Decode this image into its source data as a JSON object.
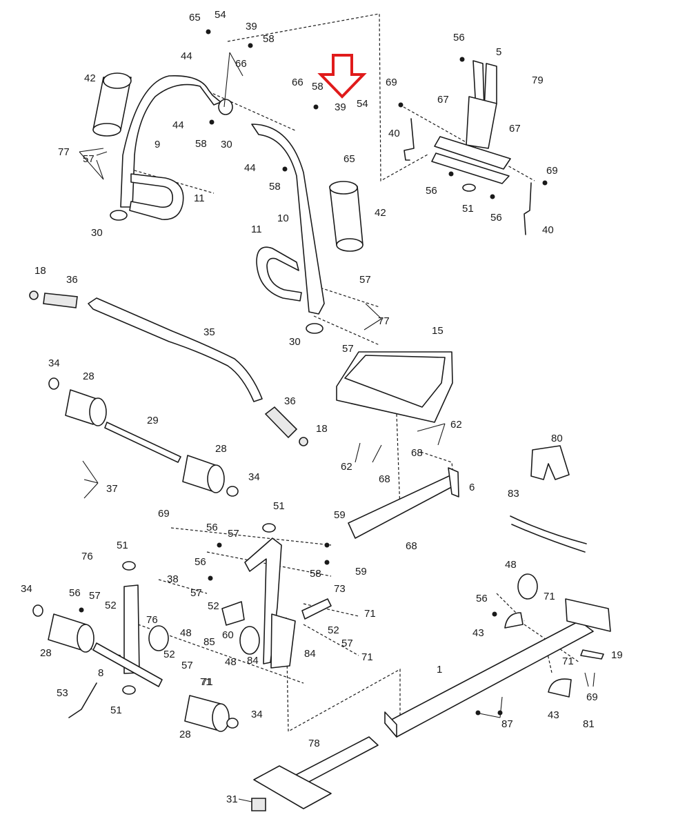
{
  "highlight": {
    "target_part": "39",
    "color": "#e01b1b"
  },
  "colors": {
    "ink": "#1a1a1a",
    "background": "#ffffff"
  },
  "callouts": [
    "65",
    "54",
    "39",
    "58",
    "66",
    "44",
    "42",
    "9",
    "44",
    "58",
    "30",
    "44",
    "66",
    "58",
    "39",
    "54",
    "65",
    "58",
    "10",
    "42",
    "77",
    "57",
    "11",
    "30",
    "56",
    "5",
    "79",
    "69",
    "67",
    "67",
    "40",
    "69",
    "56",
    "51",
    "56",
    "40",
    "18",
    "36",
    "35",
    "11",
    "57",
    "77",
    "57",
    "30",
    "34",
    "28",
    "29",
    "15",
    "28",
    "34",
    "36",
    "18",
    "62",
    "62",
    "37",
    "68",
    "80",
    "68",
    "6",
    "83",
    "69",
    "56",
    "57",
    "51",
    "59",
    "68",
    "58",
    "59",
    "38",
    "76",
    "56",
    "51",
    "57",
    "52",
    "34",
    "56",
    "57",
    "52",
    "76",
    "73",
    "71",
    "60",
    "48",
    "85",
    "52",
    "57",
    "48",
    "84",
    "84",
    "71",
    "71",
    "48",
    "56",
    "71",
    "43",
    "19",
    "71",
    "69",
    "1",
    "28",
    "8",
    "52",
    "57",
    "53",
    "71",
    "51",
    "28",
    "34",
    "43",
    "81",
    "87",
    "78",
    "31"
  ]
}
